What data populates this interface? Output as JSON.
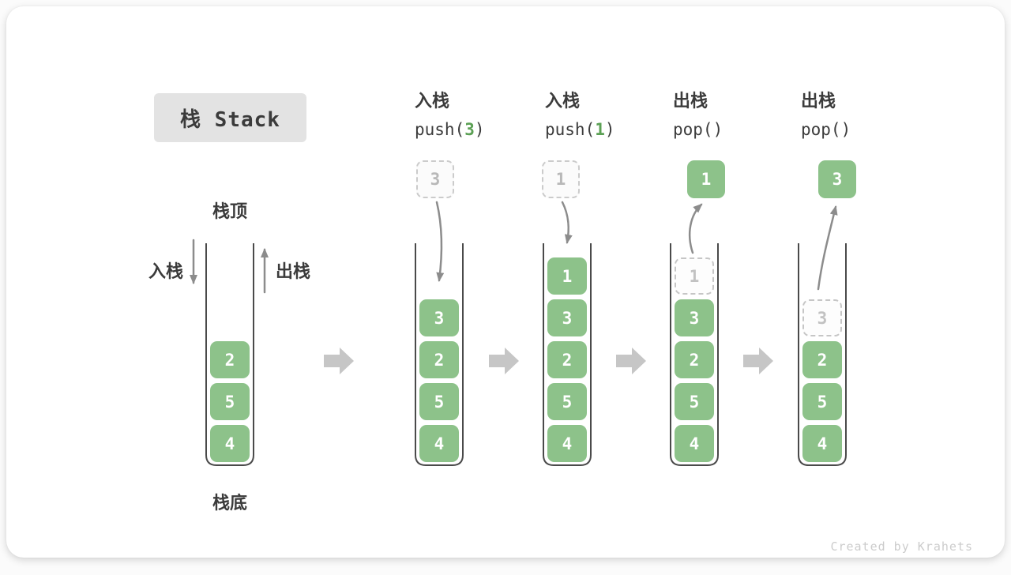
{
  "title": {
    "label": "栈 Stack"
  },
  "legend": {
    "stack_top": "栈顶",
    "stack_bottom": "栈底",
    "push_label": "入栈",
    "pop_label": "出栈"
  },
  "footer": {
    "credit": "Created by Krahets"
  },
  "colors": {
    "element_green": "#8dc28a",
    "code_arg_green": "#5ba054",
    "thin_arrow_gray": "#8c8c8c",
    "flow_arrow_gray": "#c6c6c6",
    "title_badge_bg": "#e3e3e3",
    "text_dark": "#3b3b3b",
    "ghost_gray": "#c6c6c6"
  },
  "stages": [
    {
      "name": "initial",
      "stack": [
        "2",
        "5",
        "4"
      ]
    },
    {
      "name": "push-3",
      "op": "入栈",
      "code_pre": "push(",
      "code_arg": "3",
      "code_post": ")",
      "floating": "3",
      "stack": [
        "3",
        "2",
        "5",
        "4"
      ]
    },
    {
      "name": "push-1",
      "op": "入栈",
      "code_pre": "push(",
      "code_arg": "1",
      "code_post": ")",
      "floating": "1",
      "stack": [
        "1",
        "3",
        "2",
        "5",
        "4"
      ]
    },
    {
      "name": "pop-1",
      "op": "出栈",
      "code_pre": "pop(",
      "code_arg": "",
      "code_post": ")",
      "floating": "1",
      "ghost": "1",
      "stack": [
        "3",
        "2",
        "5",
        "4"
      ]
    },
    {
      "name": "pop-3",
      "op": "出栈",
      "code_pre": "pop(",
      "code_arg": "",
      "code_post": ")",
      "floating": "3",
      "ghost": "3",
      "stack": [
        "2",
        "5",
        "4"
      ]
    }
  ]
}
